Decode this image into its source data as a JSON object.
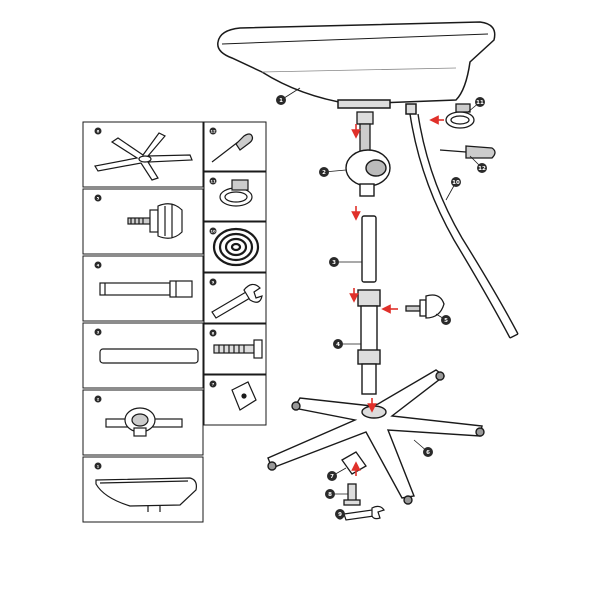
{
  "colors": {
    "line": "#1a1a1a",
    "gray": "#9a9a9a",
    "accent_arrow": "#e0302a",
    "badge_fill": "#2a2a2a",
    "badge_text": "#ffffff"
  },
  "callouts": [
    {
      "num": "1",
      "part": "basin"
    },
    {
      "num": "2",
      "part": "height-adjuster-knob"
    },
    {
      "num": "3",
      "part": "upper-tube"
    },
    {
      "num": "4",
      "part": "lower-tube"
    },
    {
      "num": "5",
      "part": "locking-knob"
    },
    {
      "num": "6",
      "part": "five-star-base"
    },
    {
      "num": "7",
      "part": "mounting-plate"
    },
    {
      "num": "8",
      "part": "bolt"
    },
    {
      "num": "9",
      "part": "wrench"
    },
    {
      "num": "10",
      "part": "drain-hose"
    },
    {
      "num": "11",
      "part": "hose-clamp"
    },
    {
      "num": "12",
      "part": "screwdriver"
    }
  ],
  "parts_list": [
    {
      "num": "6",
      "part": "five-star-base",
      "icon": "base-icon"
    },
    {
      "num": "12",
      "part": "screwdriver",
      "icon": "screwdriver-icon"
    },
    {
      "num": "11",
      "part": "hose-clamp",
      "icon": "clamp-icon"
    },
    {
      "num": "5",
      "part": "locking-knob",
      "icon": "knob-icon"
    },
    {
      "num": "10",
      "part": "drain-hose",
      "icon": "hose-coil-icon"
    },
    {
      "num": "4",
      "part": "lower-tube",
      "icon": "lower-tube-icon"
    },
    {
      "num": "9",
      "part": "wrench",
      "icon": "wrench-icon"
    },
    {
      "num": "3",
      "part": "upper-tube",
      "icon": "upper-tube-icon"
    },
    {
      "num": "8",
      "part": "bolt",
      "icon": "bolt-icon"
    },
    {
      "num": "2",
      "part": "height-adjuster-knob",
      "icon": "adjuster-icon"
    },
    {
      "num": "7",
      "part": "mounting-plate",
      "icon": "plate-icon"
    },
    {
      "num": "1",
      "part": "basin",
      "icon": "basin-icon"
    }
  ]
}
